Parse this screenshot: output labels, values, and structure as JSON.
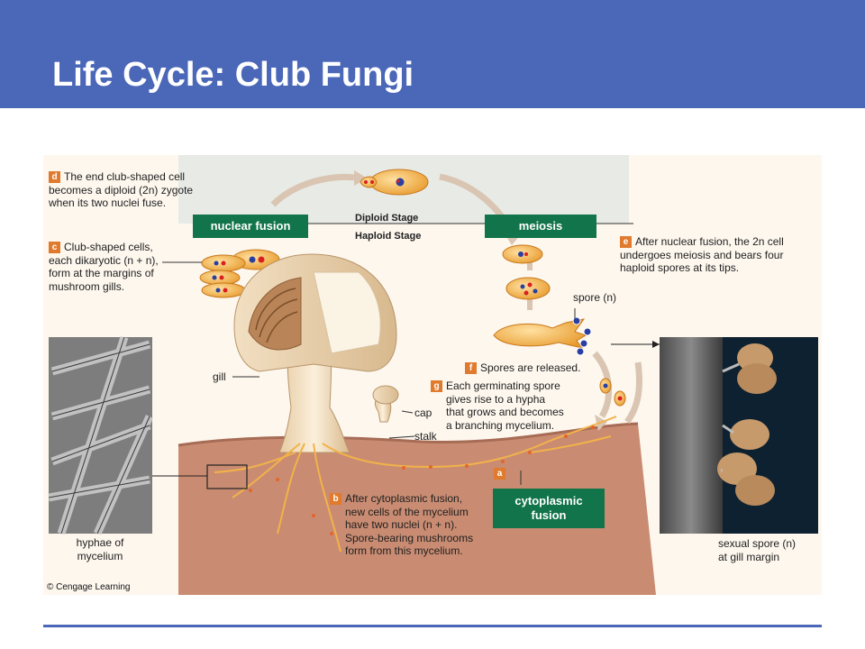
{
  "slide": {
    "title": "Life Cycle: Club Fungi"
  },
  "figure": {
    "stages": {
      "diploid": "Diploid Stage",
      "haploid": "Haploid Stage"
    },
    "boxes": {
      "nuclear_fusion": "nuclear fusion",
      "meiosis": "meiosis",
      "cytoplasmic_fusion_line1": "cytoplasmic",
      "cytoplasmic_fusion_line2": "fusion"
    },
    "steps": {
      "a": {
        "letter": "a"
      },
      "b": {
        "letter": "b",
        "lines": [
          "After cytoplasmic fusion,",
          "new cells of the mycelium",
          "have two nuclei (n + n).",
          "Spore-bearing mushrooms",
          "form from this mycelium."
        ]
      },
      "c": {
        "letter": "c",
        "lines": [
          "Club-shaped cells,",
          "each dikaryotic (n + n),",
          "form at the margins of",
          "mushroom gills."
        ]
      },
      "d": {
        "letter": "d",
        "lines": [
          "The end club-shaped cell",
          "becomes a diploid (2n) zygote",
          "when its two nuclei fuse."
        ]
      },
      "e": {
        "letter": "e",
        "lines": [
          "After nuclear fusion, the 2n cell",
          "undergoes meiosis and bears four",
          "haploid spores at its tips."
        ]
      },
      "f": {
        "letter": "f",
        "lines": [
          "Spores are released."
        ]
      },
      "g": {
        "letter": "g",
        "lines": [
          "Each germinating spore",
          "gives rise to a hypha",
          "that grows and becomes",
          "a branching mycelium."
        ]
      }
    },
    "labels": {
      "gill": "gill",
      "cap": "cap",
      "stalk": "stalk",
      "spore": "spore (n)",
      "hyphae_line1": "hyphae of",
      "hyphae_line2": "mycelium",
      "sexual_spore_line1": "sexual spore (n)",
      "sexual_spore_line2": "at gill margin"
    },
    "credit": "© Cengage Learning",
    "colors": {
      "title_bar": "#4a67b8",
      "box_green": "#12744a",
      "badge_orange": "#e07a2d",
      "soil": "#c98c72",
      "cell": "#f2b24a"
    }
  }
}
